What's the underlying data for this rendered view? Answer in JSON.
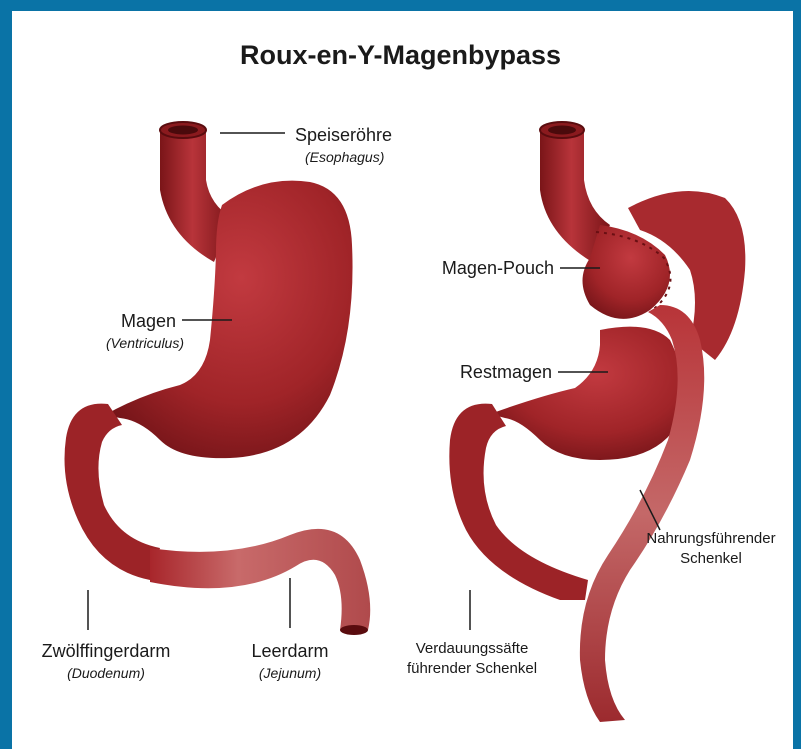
{
  "title": "Roux-en-Y-Magenbypass",
  "colors": {
    "frame": "#0a73a6",
    "tissue_dark": "#7a1518",
    "tissue_mid": "#a8262b",
    "tissue_light": "#c9474b",
    "intestine_pale": "#c46868",
    "label_text": "#1a1a1a"
  },
  "left_labels": {
    "esophagus": {
      "de": "Speiseröhre",
      "lat": "(Esophagus)"
    },
    "stomach": {
      "de": "Magen",
      "lat": "(Ventriculus)"
    },
    "duodenum": {
      "de": "Zwölffingerdarm",
      "lat": "(Duodenum)"
    },
    "jejunum": {
      "de": "Leerdarm",
      "lat": "(Jejunum)"
    }
  },
  "right_labels": {
    "pouch": "Magen-Pouch",
    "remnant": "Restmagen",
    "alimentary_line1": "Nahrungsführender",
    "alimentary_line2": "Schenkel",
    "biliary_line1": "Verdauungssäfte",
    "biliary_line2": "führender Schenkel"
  }
}
